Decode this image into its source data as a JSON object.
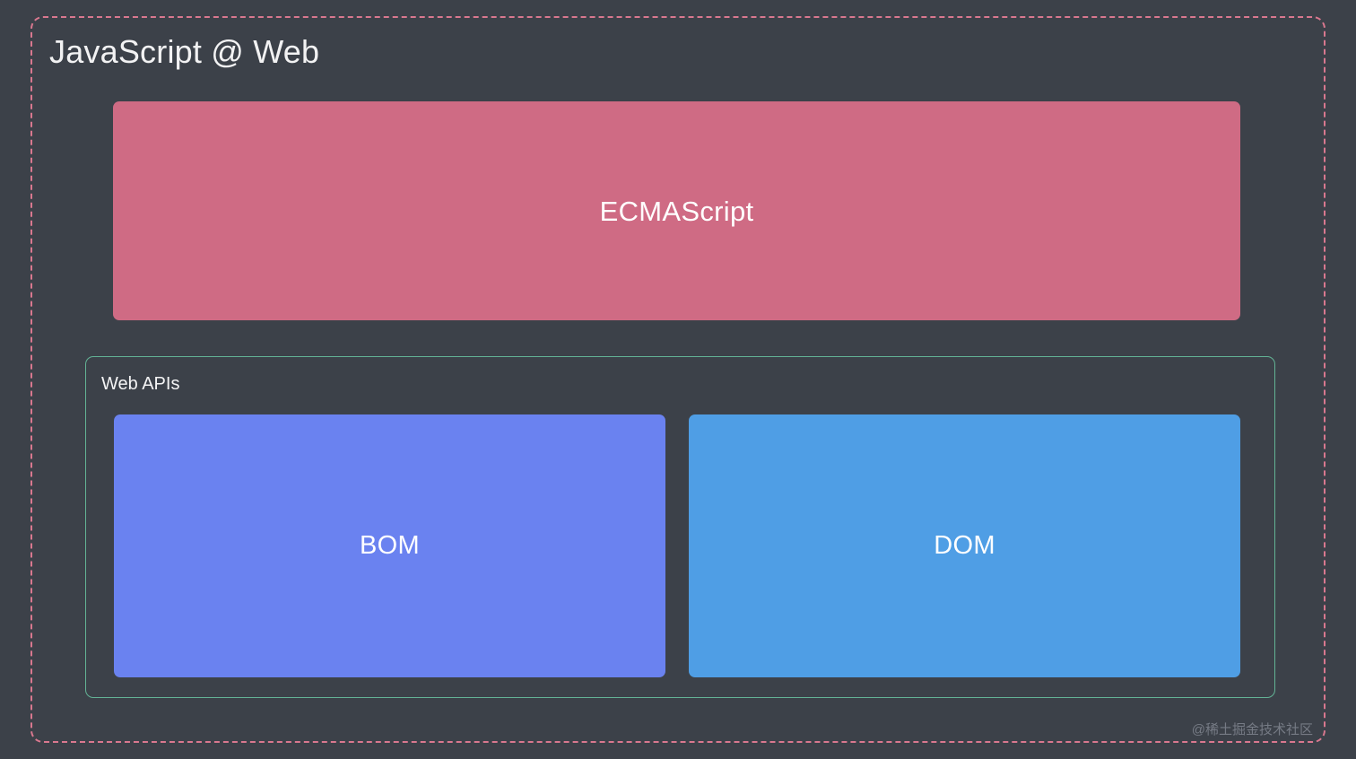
{
  "diagram": {
    "title": "JavaScript @ Web",
    "background_color": "#3c4149",
    "outer_frame_color": "#d9788f",
    "blocks": {
      "ecmascript": {
        "label": "ECMAScript",
        "color": "#cf6b84"
      },
      "web_apis": {
        "label": "Web APIs",
        "border_color": "#63b395",
        "children": [
          {
            "label": "BOM",
            "color": "#6a82f0"
          },
          {
            "label": "DOM",
            "color": "#4f9ee5"
          }
        ]
      }
    },
    "watermark": "@稀土掘金技术社区"
  }
}
